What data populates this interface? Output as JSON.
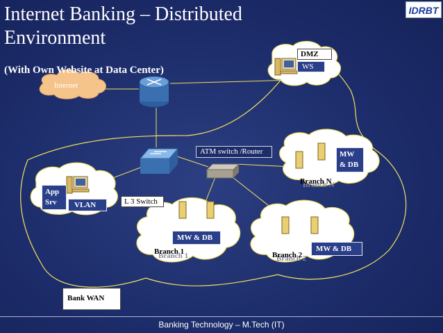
{
  "title_line1": "Internet Banking – Distributed",
  "title_line2": "Environment",
  "subtitle": "(With Own Website at Data Center)",
  "logo_text": "IDRBT",
  "labels": {
    "internet": "Internet",
    "dmz": "DMZ",
    "ws": "WS",
    "atm_switch": "ATM switch /Router",
    "mw_db_n": "MW & DB",
    "branch_n": "Branch N",
    "app_srv": "App Srv",
    "vlan": "VLAN",
    "l3_switch": "L 3 Switch",
    "mw_db_1": "MW & DB",
    "branch_1": "Branch 1",
    "mw_db_2": "MW & DB",
    "branch_2": "Branch 2",
    "bank_wan": "Bank WAN"
  },
  "footer": "Banking Technology – M.Tech (IT)",
  "colors": {
    "background": "#1d2d6b",
    "cloud_outline": "#f0e060",
    "cloud_fill": "#ffffff",
    "internet_cloud": "#f5c48a",
    "box_dark": "#2a3f8a",
    "router_blue": "#4a7fc0"
  }
}
